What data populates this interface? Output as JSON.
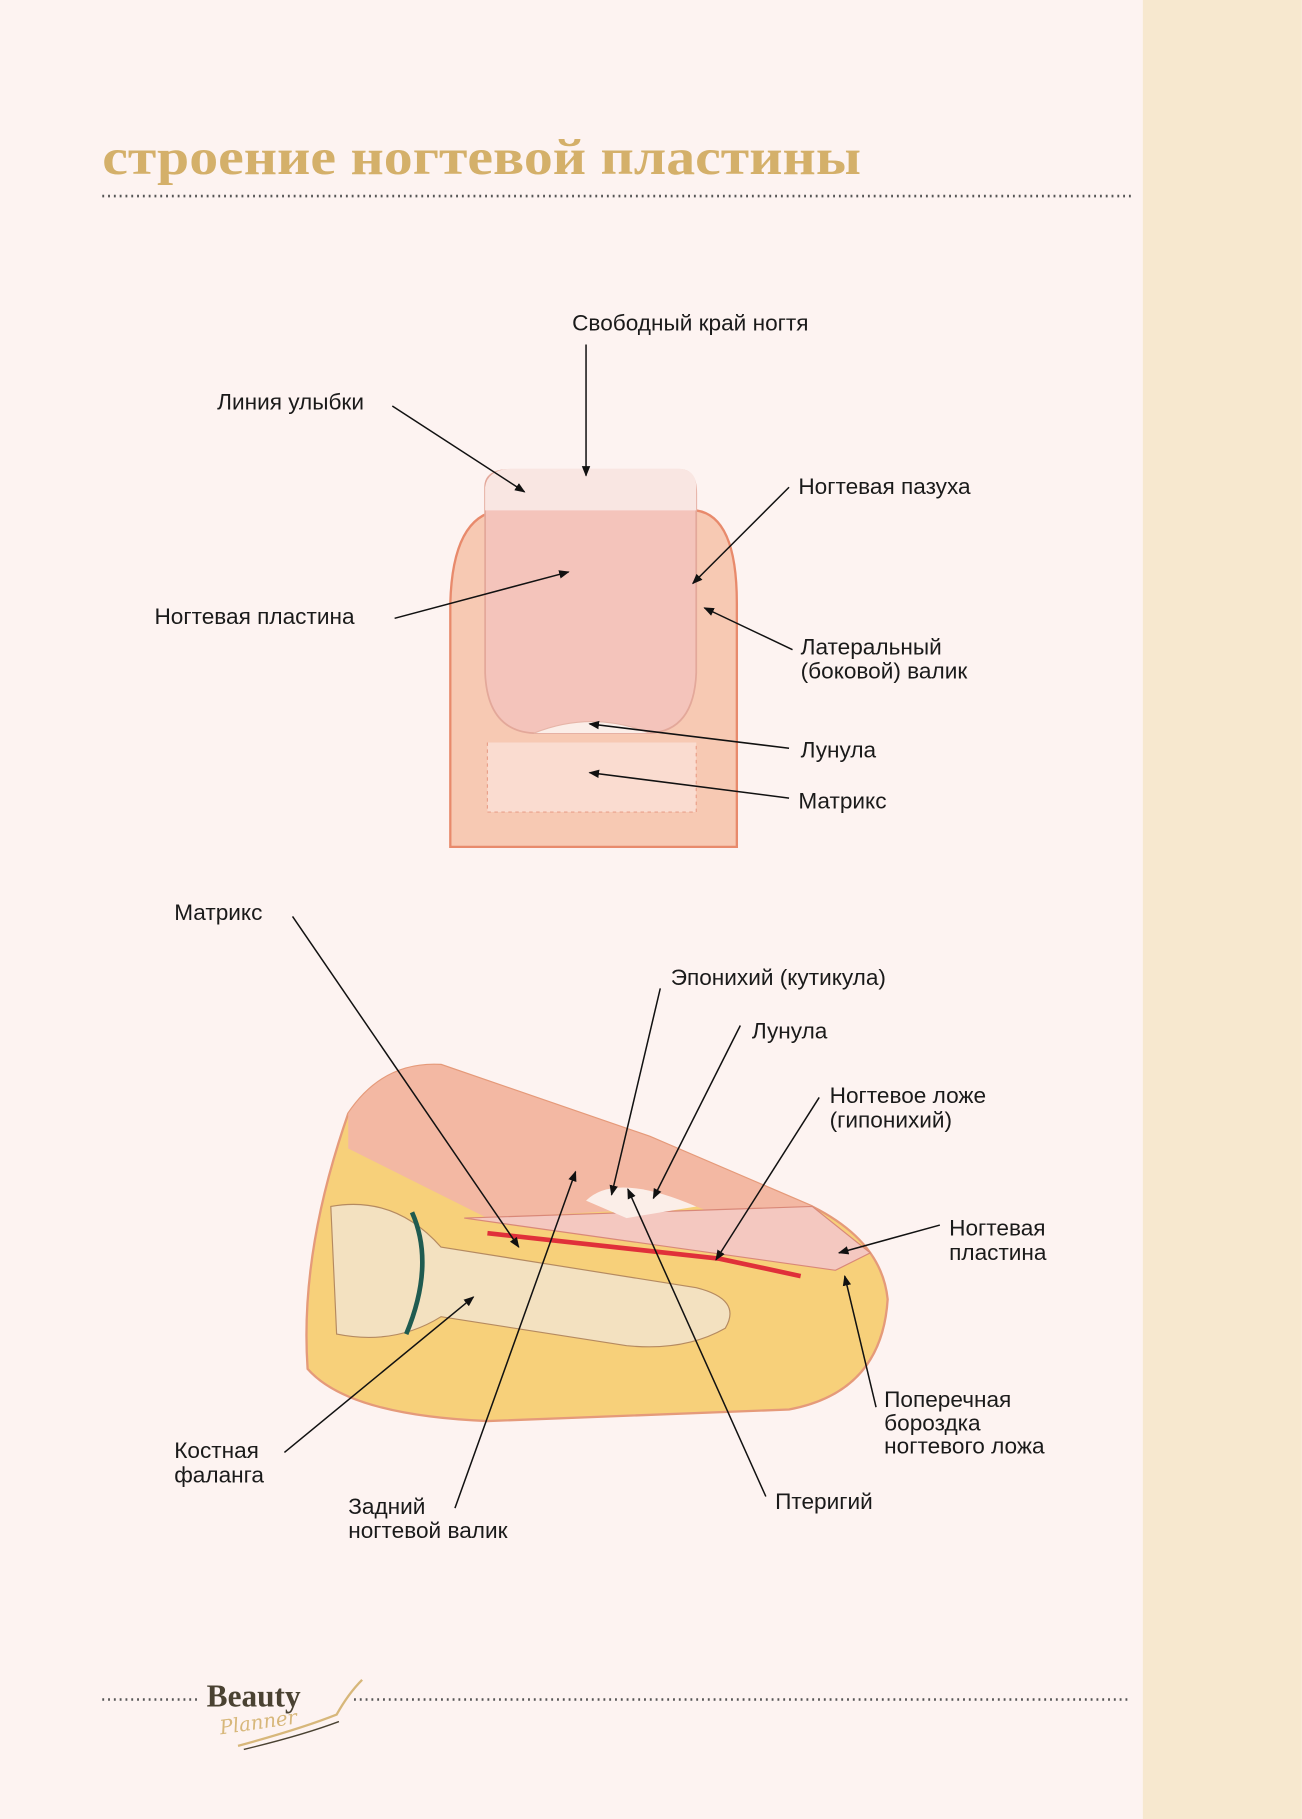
{
  "title": "строение ногтевой пластины",
  "colors": {
    "title": "#d4b06a",
    "sidebar": "#f7e8cf",
    "background": "#fdf3f1"
  },
  "top_diagram": {
    "free_edge": "Свободный край ногтя",
    "smile_line": "Линия улыбки",
    "nail_sinus": "Ногтевая пазуха",
    "nail_plate": "Ногтевая пластина",
    "lateral_fold": [
      "Латеральный",
      "(боковой) валик"
    ],
    "lunula": "Лунула",
    "matrix": "Матрикс"
  },
  "bottom_diagram": {
    "matrix": "Матрикс",
    "eponychium": "Эпонихий (кутикула)",
    "lunula": "Лунула",
    "nail_bed": [
      "Ногтевое ложе",
      "(гипонихий)"
    ],
    "nail_plate": [
      "Ногтевая",
      "пластина"
    ],
    "groove": [
      "Поперечная",
      "бороздка",
      "ногтевого ложа"
    ],
    "bone": [
      "Костная",
      "фаланга"
    ],
    "proximal_fold": [
      "Задний",
      "ногтевой валик"
    ],
    "pterygium": "Птеригий"
  },
  "logo": {
    "word1": "Beauty",
    "word2": "Planner"
  }
}
